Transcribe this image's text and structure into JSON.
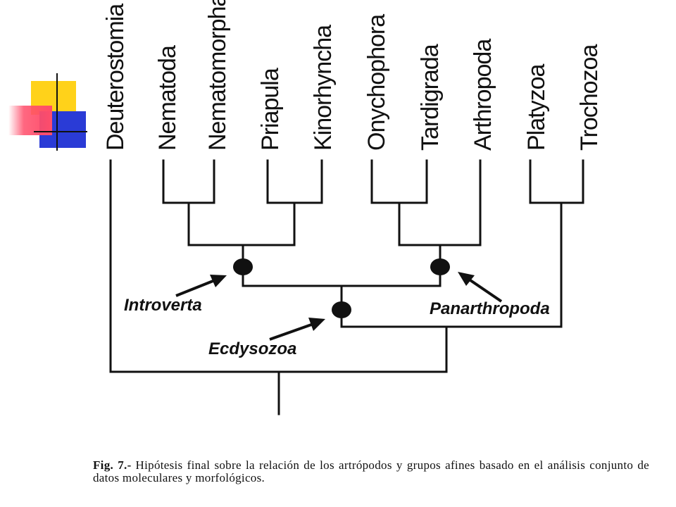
{
  "taxa": [
    "Deuterostomia",
    "Nematoda",
    "Nematomorpha",
    "Priapula",
    "Kinorhyncha",
    "Onychophora",
    "Tardigrada",
    "Arthropoda",
    "Platyzoa",
    "Trochozoa"
  ],
  "clades": {
    "introverta": "Introverta",
    "panarthropoda": "Panarthropoda",
    "ecdysozoa": "Ecdysozoa"
  },
  "caption": {
    "label": "Fig. 7.-",
    "text": "Hipótesis final sobre la relación de los artrópodos y grupos afines basado en el análisis conjunto de datos moleculares y morfológicos."
  },
  "colors": {
    "deco_yellow": "#ffd21a",
    "deco_red": "#ff4d6a",
    "deco_blue": "#2a3bd6",
    "tree": "#111111"
  }
}
